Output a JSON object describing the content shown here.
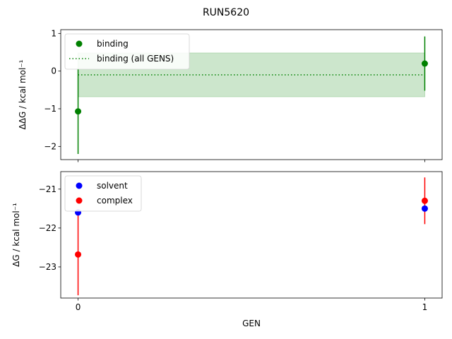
{
  "chart_data": [
    {
      "type": "scatter",
      "title": "RUN5620",
      "xlabel": "",
      "ylabel": "ΔΔG / kcal mol⁻¹",
      "ylim": [
        -2.35,
        1.1
      ],
      "xlim": [
        -0.05,
        1.05
      ],
      "yticks": [
        1,
        0,
        -1,
        -2
      ],
      "grid": false,
      "legend_position": "upper-left",
      "series": [
        {
          "name": "binding",
          "type": "scatter",
          "color": "#008000",
          "x": [
            0,
            1
          ],
          "y": [
            -1.07,
            0.2
          ],
          "yerr": [
            1.13,
            0.72
          ]
        },
        {
          "name": "binding (all GENS)",
          "type": "line",
          "style": "dotted",
          "color": "#008000",
          "y": -0.1,
          "band": [
            -0.68,
            0.48
          ],
          "band_color": "#cce6cc"
        }
      ]
    },
    {
      "type": "scatter",
      "xlabel": "GEN",
      "ylabel": "ΔG / kcal mol⁻¹",
      "ylim": [
        -23.8,
        -20.55
      ],
      "xlim": [
        -0.05,
        1.05
      ],
      "yticks": [
        -21,
        -22,
        -23
      ],
      "xticks": [
        0,
        1
      ],
      "grid": false,
      "legend_position": "upper-left",
      "series": [
        {
          "name": "solvent",
          "color": "#0000ff",
          "x": [
            0,
            1
          ],
          "y": [
            -21.6,
            -21.5
          ],
          "yerr": [
            0,
            0
          ]
        },
        {
          "name": "complex",
          "color": "#ff0000",
          "x": [
            0,
            1
          ],
          "y": [
            -22.68,
            -21.3
          ],
          "yerr": [
            1.05,
            0.6
          ]
        }
      ]
    }
  ]
}
